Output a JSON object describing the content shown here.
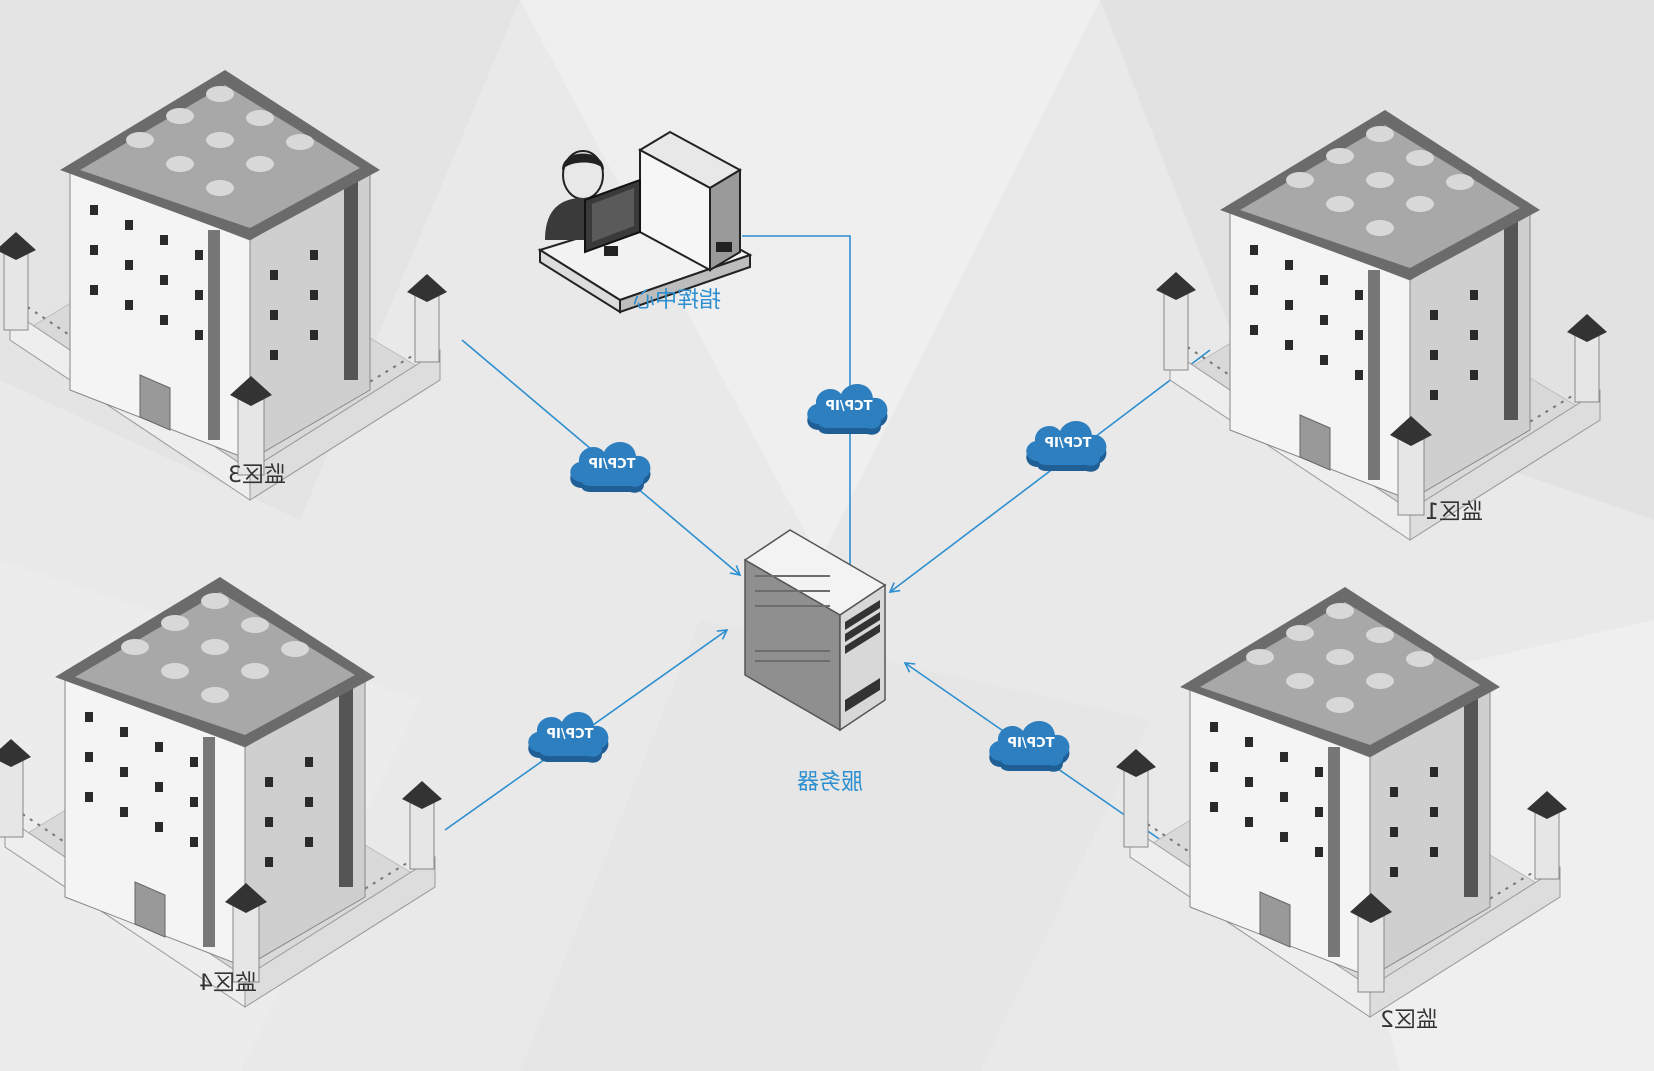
{
  "colors": {
    "link": "#2d8fd0",
    "cloud": "#2e7fc0",
    "cloud_dark": "#1f5f96",
    "label_blue": "#2d8fd0",
    "label_dark": "#333333",
    "background": "#e9e9e9"
  },
  "nodes": {
    "command_center": {
      "label": "指挥中心",
      "icon": "operator-workstation-icon"
    },
    "server": {
      "label": "服务器",
      "icon": "server-tower-icon"
    },
    "zones": [
      {
        "id": "zone-1",
        "label": "监区1",
        "icon": "prison-building-icon"
      },
      {
        "id": "zone-2",
        "label": "监区2",
        "icon": "prison-building-icon"
      },
      {
        "id": "zone-3",
        "label": "监区3",
        "icon": "prison-building-icon"
      },
      {
        "id": "zone-4",
        "label": "监区4",
        "icon": "prison-building-icon"
      }
    ]
  },
  "links": [
    {
      "from": "zone-3",
      "to": "server",
      "protocol": "TCP/IP"
    },
    {
      "from": "command-center",
      "to": "server",
      "protocol": "TCP/IP"
    },
    {
      "from": "zone-1",
      "to": "server",
      "protocol": "TCP/IP"
    },
    {
      "from": "zone-4",
      "to": "server",
      "protocol": "TCP/IP"
    },
    {
      "from": "zone-2",
      "to": "server",
      "protocol": "TCP/IP"
    }
  ]
}
